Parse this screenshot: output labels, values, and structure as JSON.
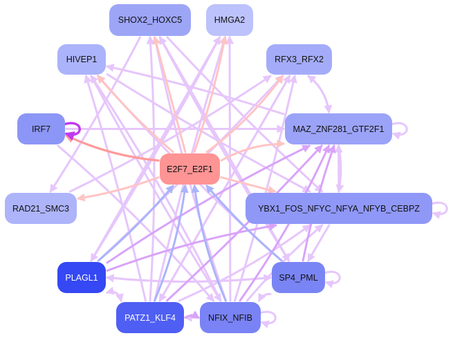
{
  "diagram": {
    "type": "directed-network",
    "nodes": [
      {
        "id": "SHOX2_HOXC5",
        "label": "SHOX2_HOXC5",
        "color": "#9da5f7"
      },
      {
        "id": "HMGA2",
        "label": "HMGA2",
        "color": "#bcc2fb"
      },
      {
        "id": "HIVEP1",
        "label": "HIVEP1",
        "color": "#abb3fa"
      },
      {
        "id": "RFX3_RFX2",
        "label": "RFX3_RFX2",
        "color": "#a4acf9"
      },
      {
        "id": "IRF7",
        "label": "IRF7",
        "color": "#8c96f6"
      },
      {
        "id": "MAZ_ZNF281_GTF2F1",
        "label": "MAZ_ZNF281_GTF2F1",
        "color": "#9ba3f8"
      },
      {
        "id": "E2F7_E2F1",
        "label": "E2F7_E2F1",
        "color": "#ff9494"
      },
      {
        "id": "RAD21_SMC3",
        "label": "RAD21_SMC3",
        "color": "#adb4fa"
      },
      {
        "id": "YBX1_FOS_NFYC_NFYA_NFYB_CEBPZ",
        "label": "YBX1_FOS_NFYC_NFYA_NFYB_CEBPZ",
        "color": "#8f98f7"
      },
      {
        "id": "PLAGL1",
        "label": "PLAGL1",
        "color": "#3548f3"
      },
      {
        "id": "SP4_PML",
        "label": "SP4_PML",
        "color": "#7a85f5"
      },
      {
        "id": "PATZ1_KLF4",
        "label": "PATZ1_KLF4",
        "color": "#4f5ff4"
      },
      {
        "id": "NFIX_NFIB",
        "label": "NFIX_NFIB",
        "color": "#7983f5"
      }
    ],
    "edge_colors": {
      "light_violet": "#e6c6fb",
      "violet": "#d9a3f9",
      "pink": "#ffc4c4",
      "salmon": "#ff9a9a",
      "blue": "#aab4fa",
      "magenta": "#c13af0"
    },
    "edges": [
      {
        "from": "E2F7_E2F1",
        "to": "IRF7",
        "color": "salmon"
      },
      {
        "from": "E2F7_E2F1",
        "to": "HIVEP1",
        "color": "pink"
      },
      {
        "from": "E2F7_E2F1",
        "to": "SHOX2_HOXC5",
        "color": "pink"
      },
      {
        "from": "E2F7_E2F1",
        "to": "HMGA2",
        "color": "pink"
      },
      {
        "from": "E2F7_E2F1",
        "to": "RFX3_RFX2",
        "color": "pink"
      },
      {
        "from": "E2F7_E2F1",
        "to": "MAZ_ZNF281_GTF2F1",
        "color": "pink"
      },
      {
        "from": "E2F7_E2F1",
        "to": "RAD21_SMC3",
        "color": "pink"
      },
      {
        "from": "E2F7_E2F1",
        "to": "YBX1_FOS_NFYC_NFYA_NFYB_CEBPZ",
        "color": "pink"
      },
      {
        "from": "PLAGL1",
        "to": "E2F7_E2F1",
        "color": "blue"
      },
      {
        "from": "PATZ1_KLF4",
        "to": "E2F7_E2F1",
        "color": "blue"
      },
      {
        "from": "NFIX_NFIB",
        "to": "E2F7_E2F1",
        "color": "blue"
      },
      {
        "from": "SP4_PML",
        "to": "E2F7_E2F1",
        "color": "blue"
      },
      {
        "from": "IRF7",
        "to": "IRF7",
        "color": "magenta",
        "self": true
      },
      {
        "from": "MAZ_ZNF281_GTF2F1",
        "to": "MAZ_ZNF281_GTF2F1",
        "color": "light_violet",
        "self": true
      },
      {
        "from": "YBX1_FOS_NFYC_NFYA_NFYB_CEBPZ",
        "to": "YBX1_FOS_NFYC_NFYA_NFYB_CEBPZ",
        "color": "light_violet",
        "self": true
      },
      {
        "from": "SP4_PML",
        "to": "SP4_PML",
        "color": "light_violet",
        "self": true
      },
      {
        "from": "NFIX_NFIB",
        "to": "NFIX_NFIB",
        "color": "light_violet",
        "self": true
      },
      {
        "from": "IRF7",
        "to": "MAZ_ZNF281_GTF2F1",
        "color": "light_violet"
      },
      {
        "from": "MAZ_ZNF281_GTF2F1",
        "to": "HIVEP1",
        "color": "light_violet"
      },
      {
        "from": "MAZ_ZNF281_GTF2F1",
        "to": "RFX3_RFX2",
        "color": "light_violet"
      },
      {
        "from": "RFX3_RFX2",
        "to": "MAZ_ZNF281_GTF2F1",
        "color": "light_violet"
      },
      {
        "from": "MAZ_ZNF281_GTF2F1",
        "to": "YBX1_FOS_NFYC_NFYA_NFYB_CEBPZ",
        "color": "light_violet"
      },
      {
        "from": "YBX1_FOS_NFYC_NFYA_NFYB_CEBPZ",
        "to": "MAZ_ZNF281_GTF2F1",
        "color": "light_violet"
      },
      {
        "from": "HIVEP1",
        "to": "YBX1_FOS_NFYC_NFYA_NFYB_CEBPZ",
        "color": "light_violet"
      },
      {
        "from": "PLAGL1",
        "to": "SP4_PML",
        "color": "light_violet"
      },
      {
        "from": "SP4_PML",
        "to": "PLAGL1",
        "color": "light_violet"
      },
      {
        "from": "PATZ1_KLF4",
        "to": "NFIX_NFIB",
        "color": "violet"
      },
      {
        "from": "NFIX_NFIB",
        "to": "PATZ1_KLF4",
        "color": "light_violet"
      },
      {
        "from": "PATZ1_KLF4",
        "to": "MAZ_ZNF281_GTF2F1",
        "color": "violet"
      },
      {
        "from": "NFIX_NFIB",
        "to": "MAZ_ZNF281_GTF2F1",
        "color": "violet"
      },
      {
        "from": "PLAGL1",
        "to": "MAZ_ZNF281_GTF2F1",
        "color": "violet"
      },
      {
        "from": "SP4_PML",
        "to": "MAZ_ZNF281_GTF2F1",
        "color": "violet"
      },
      {
        "from": "PATZ1_KLF4",
        "to": "RFX3_RFX2",
        "color": "light_violet"
      },
      {
        "from": "NFIX_NFIB",
        "to": "RFX3_RFX2",
        "color": "light_violet"
      },
      {
        "from": "PATZ1_KLF4",
        "to": "SHOX2_HOXC5",
        "color": "light_violet"
      },
      {
        "from": "NFIX_NFIB",
        "to": "SHOX2_HOXC5",
        "color": "light_violet"
      },
      {
        "from": "PATZ1_KLF4",
        "to": "HMGA2",
        "color": "light_violet"
      },
      {
        "from": "NFIX_NFIB",
        "to": "HMGA2",
        "color": "light_violet"
      },
      {
        "from": "PATZ1_KLF4",
        "to": "HIVEP1",
        "color": "light_violet"
      },
      {
        "from": "NFIX_NFIB",
        "to": "HIVEP1",
        "color": "light_violet"
      },
      {
        "from": "SP4_PML",
        "to": "HIVEP1",
        "color": "light_violet"
      },
      {
        "from": "SP4_PML",
        "to": "SHOX2_HOXC5",
        "color": "light_violet"
      },
      {
        "from": "PLAGL1",
        "to": "HMGA2",
        "color": "light_violet"
      },
      {
        "from": "PLAGL1",
        "to": "RFX3_RFX2",
        "color": "light_violet"
      },
      {
        "from": "PATZ1_KLF4",
        "to": "YBX1_FOS_NFYC_NFYA_NFYB_CEBPZ",
        "color": "light_violet"
      },
      {
        "from": "PLAGL1",
        "to": "YBX1_FOS_NFYC_NFYA_NFYB_CEBPZ",
        "color": "violet"
      },
      {
        "from": "NFIX_NFIB",
        "to": "YBX1_FOS_NFYC_NFYA_NFYB_CEBPZ",
        "color": "light_violet"
      },
      {
        "from": "YBX1_FOS_NFYC_NFYA_NFYB_CEBPZ",
        "to": "SP4_PML",
        "color": "light_violet"
      },
      {
        "from": "SP4_PML",
        "to": "NFIX_NFIB",
        "color": "light_violet"
      },
      {
        "from": "PATZ1_KLF4",
        "to": "PLAGL1",
        "color": "light_violet"
      },
      {
        "from": "PLAGL1",
        "to": "PATZ1_KLF4",
        "color": "light_violet"
      },
      {
        "from": "HMGA2",
        "to": "PLAGL1",
        "color": "light_violet"
      },
      {
        "from": "SHOX2_HOXC5",
        "to": "SP4_PML",
        "color": "light_violet"
      },
      {
        "from": "HIVEP1",
        "to": "NFIX_NFIB",
        "color": "light_violet"
      },
      {
        "from": "RAD21_SMC3",
        "to": "RFX3_RFX2",
        "color": "light_violet"
      },
      {
        "from": "IRF7",
        "to": "NFIX_NFIB",
        "color": "light_violet"
      },
      {
        "from": "SHOX2_HOXC5",
        "to": "RAD21_SMC3",
        "color": "light_violet"
      },
      {
        "from": "RFX3_RFX2",
        "to": "PATZ1_KLF4",
        "color": "light_violet"
      },
      {
        "from": "SHOX2_HOXC5",
        "to": "YBX1_FOS_NFYC_NFYA_NFYB_CEBPZ",
        "color": "light_violet"
      }
    ]
  }
}
